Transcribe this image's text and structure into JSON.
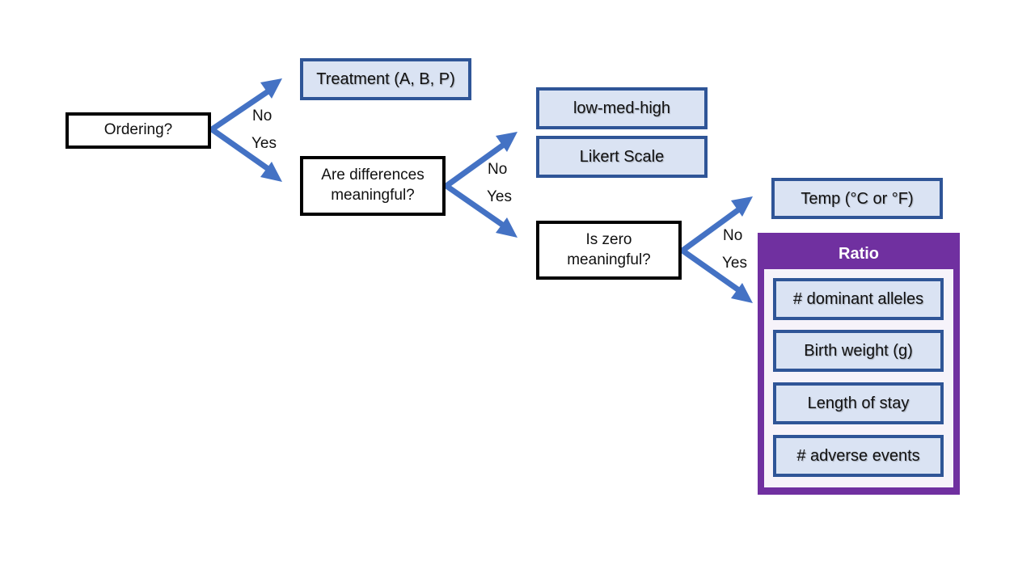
{
  "questions": {
    "ordering": "Ordering?",
    "differences": "Are differences meaningful?",
    "zero": "Is zero meaningful?"
  },
  "branch_labels": {
    "no": "No",
    "yes": "Yes"
  },
  "categories": {
    "nominal_example": "Treatment (A, B, P)",
    "ordinal_example_1": "low-med-high",
    "ordinal_example_2": "Likert Scale",
    "interval_example": "Temp (°C or °F)"
  },
  "ratio": {
    "title": "Ratio",
    "examples": [
      "# dominant alleles",
      "Birth weight (g)",
      "Length of stay",
      "# adverse events"
    ]
  },
  "colors": {
    "arrow": "#4472c4",
    "category_border": "#2f5597",
    "category_fill": "#dae3f3",
    "ratio_fill": "#7030a0",
    "question_border": "#000000"
  }
}
